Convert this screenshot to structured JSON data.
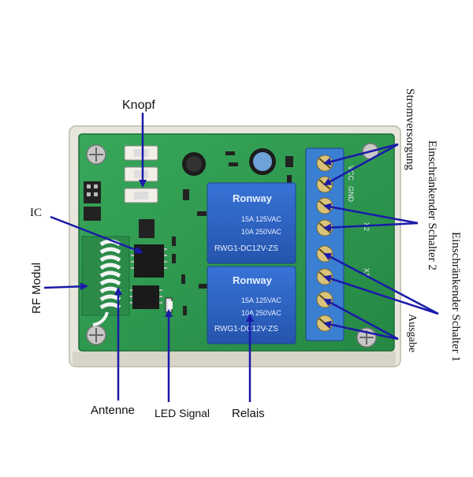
{
  "labels": {
    "knopf": "Knopf",
    "ic": "IC",
    "rf_modul": "RF Modul",
    "antenne": "Antenne",
    "led_signal": "LED Signal",
    "relais": "Relais",
    "stromversorgung": "Stromversorgung",
    "schalter2": "Einschränkender Schalter 2",
    "schalter1": "Einschränkender Schalter 1",
    "ausgabe": "Ausgabe"
  },
  "board": {
    "relay_brand": "Ronway",
    "relay_rating1": "15A 125VAC",
    "relay_rating2": "10A 250VAC",
    "relay_model": "RWG1-DC12V-ZS",
    "terminal_vcc": "VCC",
    "terminal_gnd": "GND",
    "terminal_x2": "X2",
    "terminal_x1": "X1"
  },
  "colors": {
    "pcb": "#2f9a4e",
    "relay": "#2c63c4",
    "terminal": "#3a7fd1",
    "arrow": "#1a1aa8",
    "casing": "#e8e6dc"
  }
}
